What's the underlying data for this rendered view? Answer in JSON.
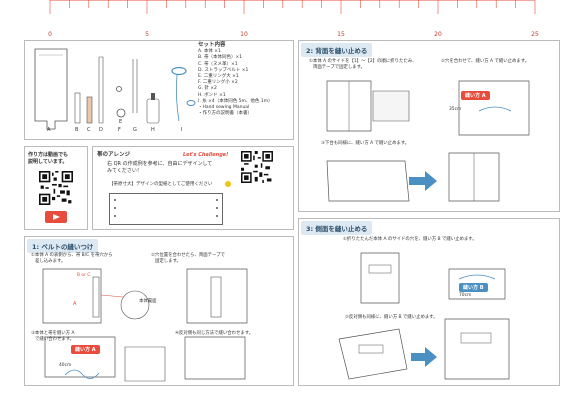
{
  "ruler": {
    "labels": [
      "0",
      "5",
      "10",
      "15",
      "20",
      "25"
    ]
  },
  "kit": {
    "title": "セット内容",
    "items": [
      "A. 本体 ×1",
      "B. 帯（本体同色）×1",
      "C. 帯（ヌメ革）×1",
      "D. ストラップベルト ×1",
      "E. 二重リング大 ×1",
      "F. 二重リング小 ×2",
      "G. 針 ×2",
      "H. ボンド ×1",
      "I. 糸 ×4（本体同色 5m、他色 1m）",
      "・Hand sewing Manual",
      "・作り方の説明書（本書）"
    ],
    "part_labels": [
      "A",
      "B",
      "C",
      "D",
      "E",
      "F",
      "G",
      "H",
      "I"
    ]
  },
  "video": {
    "line1": "作り方は動画でも",
    "line2": "説明しています。"
  },
  "arrange": {
    "title": "帯のアレンジ",
    "challenge": "Let's Challenge!",
    "line1": "右 QR の作成例を参考に、自由にデザインして",
    "line2": "みてください！",
    "size_note": "【帯原寸大】デザインの型紙としてご使用ください"
  },
  "step1": {
    "title": "1: ベルトの縫いつけ",
    "s1a": "①本体 A の表側から、帯 B/C を帯穴から",
    "s1b": "差し込みます。",
    "s2a": "②穴位置を合わせたら、両面テープで",
    "s2b": "固定します。",
    "s3a": "③本体と帯を縫い方 A",
    "s3b": "で縫い合わせます。",
    "s4": "④反対側も同じ方法で縫い合わせます。",
    "label_a": "A",
    "label_bc": "B or C",
    "label_body": "本体裏面",
    "stitch": "縫い方 A",
    "length": "40cm"
  },
  "step2": {
    "title": "2: 背面を縫い止める",
    "s1a": "①本体 A のサイドを【1】〜【2】の順に折りたたみ、",
    "s1b": "両面テープで固定します。",
    "s2": "②穴を合わせて、縫い方 A で縫い止めます。",
    "s3": "③下台も同様に、縫い方 A で縫い止めます。",
    "stitch": "縫い方 A",
    "length": "35cm"
  },
  "step3": {
    "title": "3: 側面を縫い止める",
    "s1": "①折りたたんだ本体 A のサイドの穴を、縫い方 B で縫い止めます。",
    "s2": "②反対側も同様に、縫い方 B で縫い止めます。",
    "stitch": "縫い方 B",
    "length": "70cm"
  },
  "colors": {
    "accent": "#e74c3c",
    "blue": "#4a90c2"
  }
}
